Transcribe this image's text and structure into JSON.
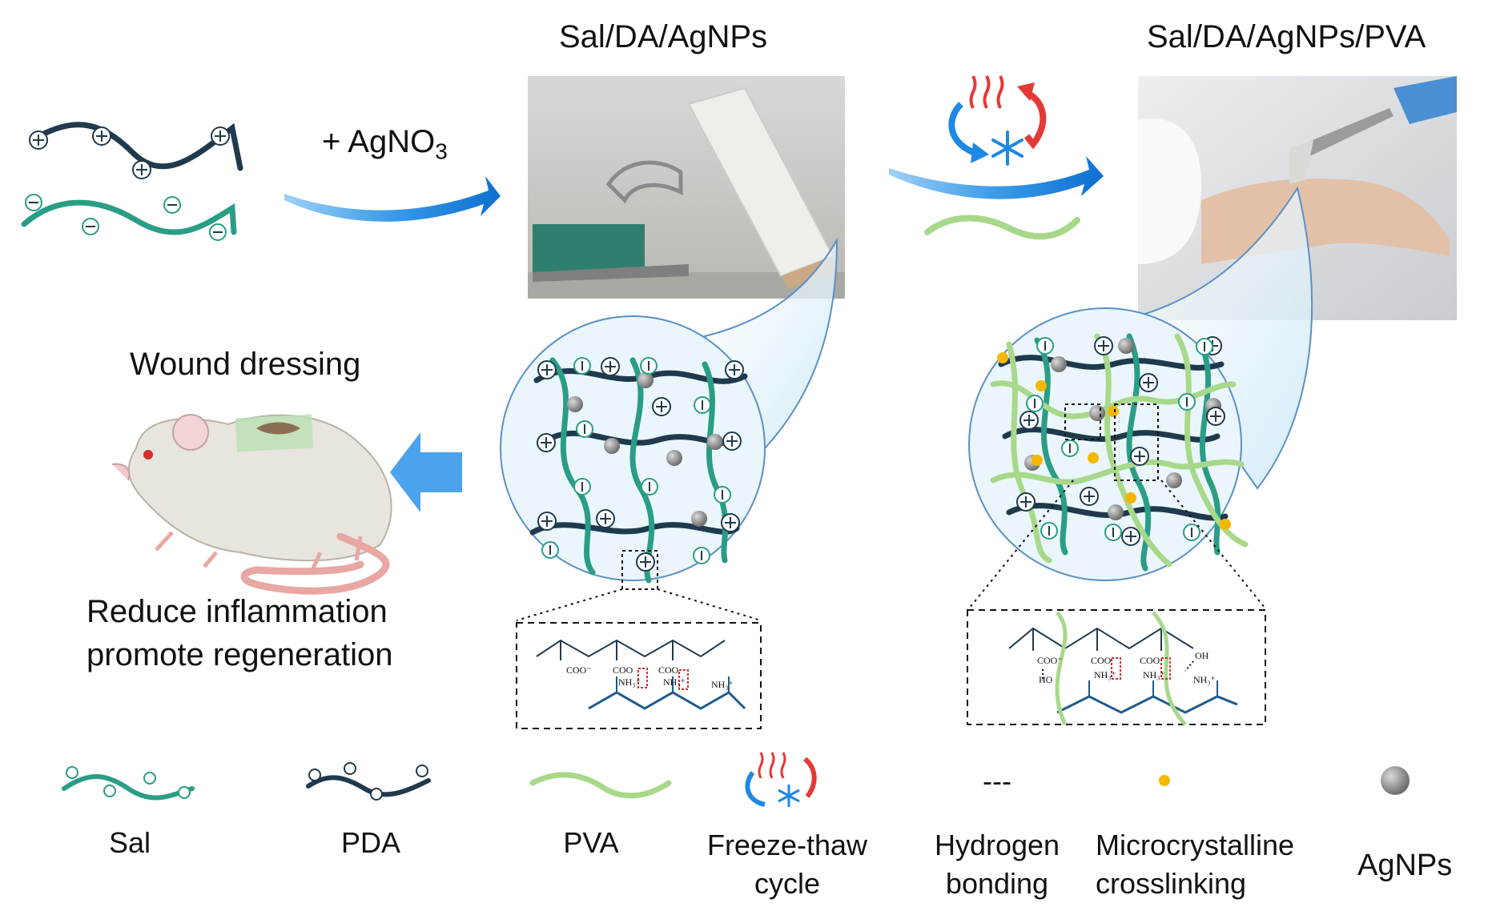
{
  "labels": {
    "step1_title": "Sal/DA/AgNPs",
    "step2_title": "Sal/DA/AgNPs/PVA",
    "reagent_prefix": "+ AgNO",
    "reagent_sub": "3",
    "wound_dressing": "Wound dressing",
    "outcome_line1": "Reduce inflammation",
    "outcome_line2": "promote regeneration"
  },
  "chem_left": {
    "coo1": "COO⁻",
    "coo2": "COO",
    "nh2": "NH₃⁺",
    "coo3": "COO",
    "nh3": "NH₃⁺",
    "nh4": "NH₃⁺"
  },
  "chem_right": {
    "coo1": "COO⁻",
    "ho": "HO",
    "coo2": "COO",
    "nh2": "NH₃⁺",
    "coo3": "COO",
    "nh3": "NH₃⁺",
    "oh": "OH",
    "nh4": "NH₃⁺"
  },
  "legend": [
    {
      "key": "sal",
      "line1": "Sal",
      "line2": ""
    },
    {
      "key": "pda",
      "line1": "PDA",
      "line2": ""
    },
    {
      "key": "pva",
      "line1": "PVA",
      "line2": ""
    },
    {
      "key": "freeze",
      "line1": "Freeze-thaw",
      "line2": "cycle"
    },
    {
      "key": "hbond",
      "line1": "Hydrogen",
      "line2": "bonding",
      "symbol": "---"
    },
    {
      "key": "micro",
      "line1": "Microcrystalline",
      "line2": "crosslinking"
    },
    {
      "key": "agnp",
      "line1": "AgNPs",
      "line2": ""
    }
  ],
  "colors": {
    "sal": "#2a9d86",
    "pda": "#1f3a4d",
    "pva": "#a8d88a",
    "arrow_blue": "#1e88e5",
    "agnp": "#888888",
    "micro": "#f5b800",
    "circle_fill": "#eaf6fb",
    "circle_edge": "#5a8fc8"
  }
}
